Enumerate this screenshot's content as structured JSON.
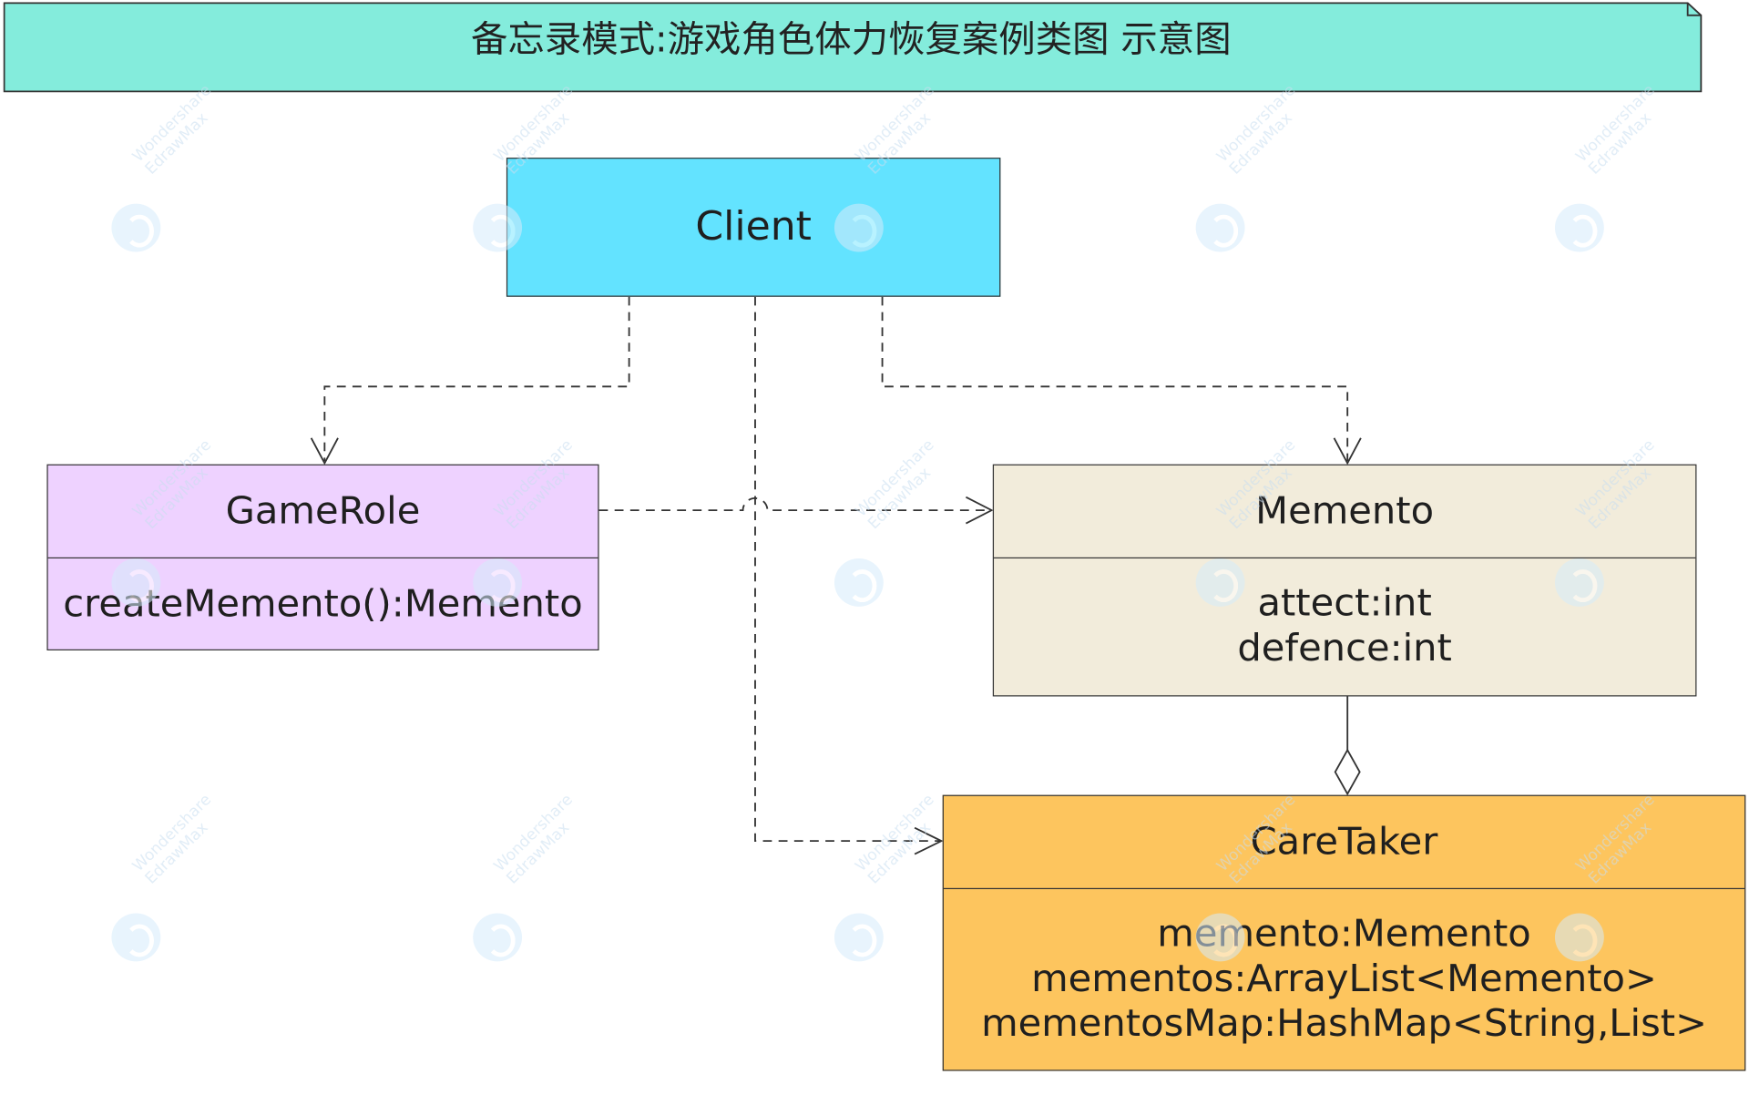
{
  "title": {
    "text": "备忘录模式:游戏角色体力恢复案例类图 示意图"
  },
  "classes": {
    "client": {
      "name": "Client"
    },
    "gamerole": {
      "name": "GameRole",
      "members": [
        "createMemento():Memento"
      ]
    },
    "memento": {
      "name": "Memento",
      "members": [
        "attect:int",
        "defence:int"
      ]
    },
    "caretaker": {
      "name": "CareTaker",
      "members": [
        "memento:Memento",
        "mementos:ArrayList<Memento>",
        "mementosMap:HashMap<String,List>"
      ]
    }
  },
  "relations": [
    {
      "from": "Client",
      "to": "GameRole",
      "kind": "dependency"
    },
    {
      "from": "Client",
      "to": "Memento",
      "kind": "dependency"
    },
    {
      "from": "Client",
      "to": "CareTaker",
      "kind": "dependency"
    },
    {
      "from": "GameRole",
      "to": "Memento",
      "kind": "dependency"
    },
    {
      "from": "CareTaker",
      "to": "Memento",
      "kind": "aggregation"
    }
  ],
  "watermark": {
    "line1": "Wondershare",
    "line2": "EdrawMax"
  },
  "colors": {
    "title_fill": "#84ecdc",
    "client_fill": "#63e3ff",
    "gamerole_fill": "#eed2ff",
    "memento_fill": "#f2ecdb",
    "caretaker_fill": "#fdc55e",
    "line": "#333333"
  }
}
